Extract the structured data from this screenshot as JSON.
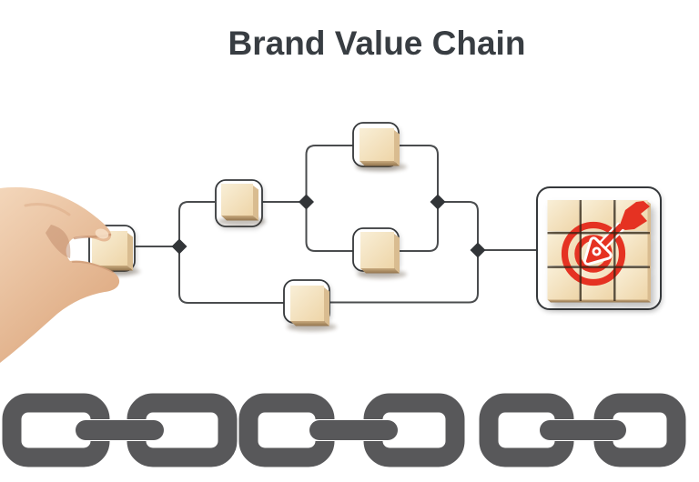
{
  "title": "Brand Value Chain",
  "illustration": {
    "hand": "hand-placing-wooden-block",
    "flow_nodes": [
      "start-block",
      "step-block",
      "branch-top-block",
      "branch-bottom-block",
      "bypass-block",
      "goal-target-grid"
    ],
    "decision_points": 4,
    "goal_icon": "bullseye-with-dart",
    "chain_links": 6
  },
  "colors": {
    "background": "#ffffff",
    "title_text": "#383d42",
    "connector": "#4a4c4e",
    "diamond": "#323538",
    "frame_stroke": "#36383a",
    "frame_fill": "#ffffff",
    "wood_face": "#eed5a8",
    "wood_face_light": "#f9efd7",
    "wood_side": "#d9bc90",
    "wood_bottom_dark": "#93754e",
    "target_red": "#e53122",
    "chain_gray": "#58585a",
    "skin_light": "#f3d6ba",
    "skin_mid": "#dda87f",
    "skin_shadow": "#c08a69"
  }
}
